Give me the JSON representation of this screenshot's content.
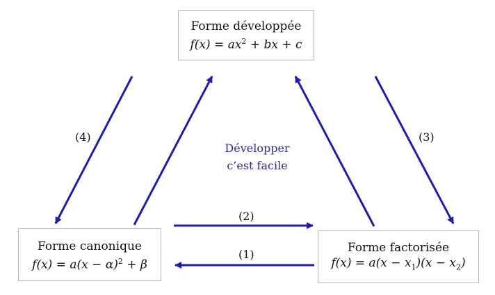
{
  "boxes": {
    "developed": {
      "title": "Forme développée",
      "formula": {
        "lhs": "f(x)",
        "eq": " = ",
        "p1": "ax",
        "p1_exp": "2",
        "p2": " + bx + c"
      }
    },
    "canonical": {
      "title": "Forme canonique",
      "formula": {
        "lhs": "f(x)",
        "eq": " = ",
        "p1": "a(x − α)",
        "p1_exp": "2",
        "p2": " + β"
      }
    },
    "factored": {
      "title": "Forme factorisée",
      "formula": {
        "lhs": "f(x)",
        "eq": " = ",
        "p1": "a(x − x",
        "sub1": "1",
        "p2": ")(x − x",
        "sub2": "2",
        "p3": ")"
      }
    }
  },
  "labels": {
    "l1": "(1)",
    "l2": "(2)",
    "l3": "(3)",
    "l4": "(4)"
  },
  "note": {
    "line1": "Développer",
    "line2": "c’est facile"
  },
  "colors": {
    "arrow": "#1c1cb0",
    "note": "#2a2a9a",
    "box_border": "#b5b5b5"
  }
}
